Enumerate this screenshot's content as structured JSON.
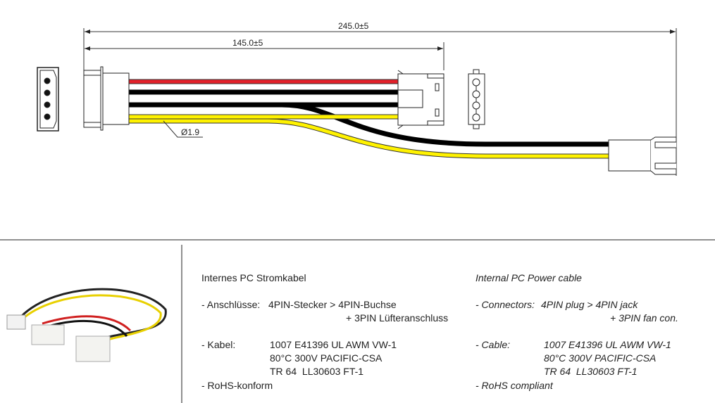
{
  "drawing": {
    "dim_total": "245.0±5",
    "dim_partial": "145.0±5",
    "wire_diameter": "Ø1.9",
    "wire_colors": {
      "red": "#e3202a",
      "black": "#000000",
      "yellow": "#fff200"
    }
  },
  "german": {
    "title": "Internes PC Stromkabel",
    "connectors_label": "- Anschlüsse:",
    "connectors_value": "4PIN-Stecker > 4PIN-Buchse",
    "connectors_value2": "+ 3PIN Lüfteranschluss",
    "cable_label": "- Kabel:",
    "cable_lines": [
      "1007 E41396 UL AWM VW-1",
      "80°C 300V PACIFIC-CSA",
      "TR 64  LL30603 FT-1"
    ],
    "rohs": "- RoHS-konform"
  },
  "english": {
    "title": "Internal PC Power cable",
    "connectors_label": "- Connectors:",
    "connectors_value": "4PIN plug > 4PIN jack",
    "connectors_value2": "+ 3PIN fan con.",
    "cable_label": "- Cable:",
    "cable_lines": [
      "1007 E41396 UL AWM VW-1",
      "80°C 300V PACIFIC-CSA",
      "TR 64  LL30603 FT-1"
    ],
    "rohs": "- RoHS compliant"
  }
}
